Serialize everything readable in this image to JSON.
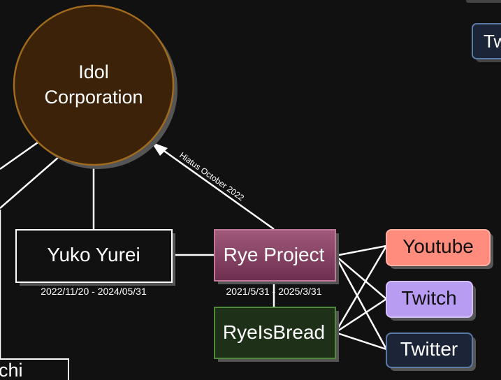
{
  "nodes": {
    "idol_corporation": {
      "line1": "Idol",
      "line2": "Corporation"
    },
    "yuko_yurei": {
      "label": "Yuko Yurei",
      "dates": "2022/11/20 - 2024/05/31"
    },
    "rye_project": {
      "label": "Rye Project",
      "dates": "2021/5/31 - 2025/3/31"
    },
    "ryeisbread": {
      "label": "RyeIsBread"
    },
    "youtube": {
      "label": "Youtube"
    },
    "twitch": {
      "label": "Twitch"
    },
    "twitter": {
      "label": "Twitter"
    },
    "partial_left_bottom": {
      "label": "chi"
    },
    "partial_top_right": {
      "label": "Tw"
    }
  },
  "edges": {
    "hiatus_label": "Hiatus October 2022"
  },
  "colors": {
    "background": "#111111",
    "idol_fill": "#3b2208",
    "idol_stroke": "#a06a1c",
    "rye_project_fill": "#8e4a6a",
    "ryeisbread_fill": "#1e3018",
    "youtube_fill": "#ff8c7c",
    "twitch_fill": "#b89cf2",
    "twitter_fill": "#1c2537"
  }
}
